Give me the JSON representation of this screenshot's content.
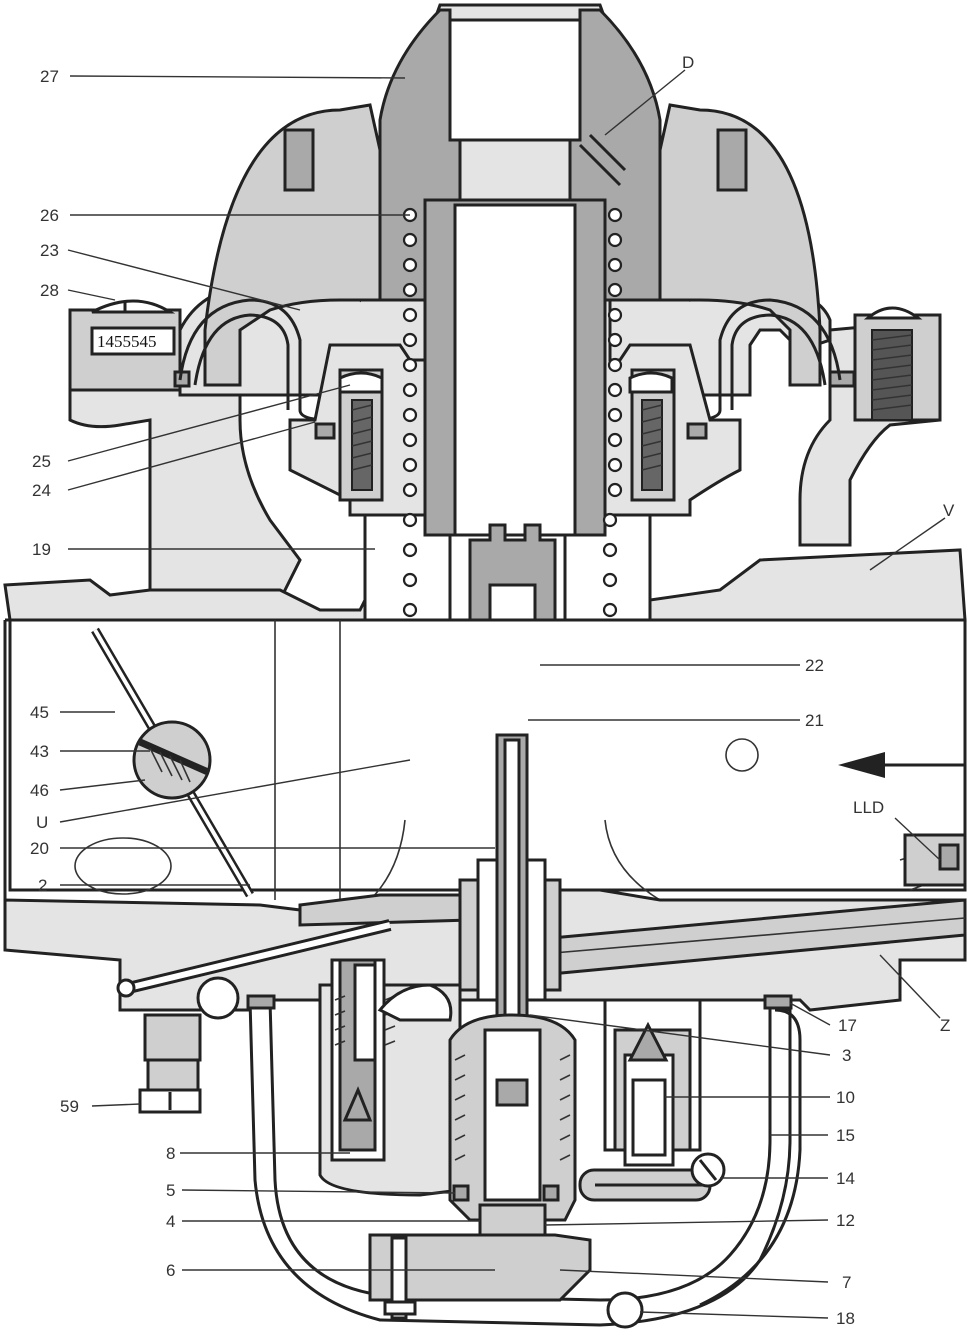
{
  "diagram": {
    "serial": "1455545",
    "labels": {
      "l27": "27",
      "lD": "D",
      "l26": "26",
      "l23": "23",
      "l28": "28",
      "l25": "25",
      "l24": "24",
      "l19": "19",
      "lV": "V",
      "l22": "22",
      "l21": "21",
      "l45": "45",
      "l43": "43",
      "l46": "46",
      "lU": "U",
      "l20": "20",
      "lLLD": "LLD",
      "l2": "2",
      "l17": "17",
      "lZ": "Z",
      "l3": "3",
      "l59": "59",
      "l10": "10",
      "l15": "15",
      "l8": "8",
      "l14": "14",
      "l5": "5",
      "l12": "12",
      "l4": "4",
      "l6": "6",
      "l7": "7",
      "l18": "18"
    }
  }
}
